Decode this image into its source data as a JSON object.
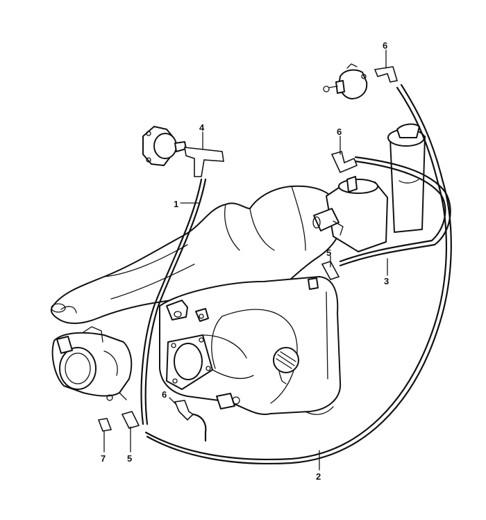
{
  "callouts": [
    {
      "id": "1",
      "text": "1"
    },
    {
      "id": "2",
      "text": "2"
    },
    {
      "id": "3",
      "text": "3"
    },
    {
      "id": "4",
      "text": "4"
    },
    {
      "id": "5a",
      "text": "5"
    },
    {
      "id": "5b",
      "text": "5"
    },
    {
      "id": "6a",
      "text": "6"
    },
    {
      "id": "6b",
      "text": "6"
    },
    {
      "id": "6c",
      "text": "6"
    },
    {
      "id": "7",
      "text": "7"
    }
  ],
  "colors": {
    "ink": "#111111",
    "paper": "#ffffff"
  }
}
